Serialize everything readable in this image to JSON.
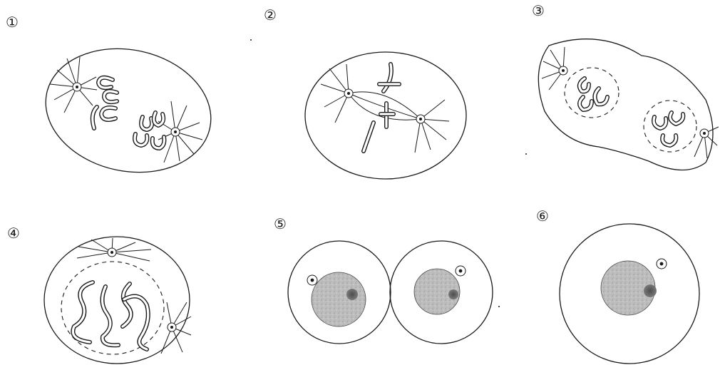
{
  "figure": {
    "labels": [
      "①",
      "②",
      "③",
      "④",
      "⑤",
      "⑥"
    ]
  },
  "colors": {
    "line": "#1a1a1a",
    "nucleus_fill": "#b9b9b9",
    "nucleolus_fill": "#6a6a6a",
    "background": "#ffffff"
  }
}
